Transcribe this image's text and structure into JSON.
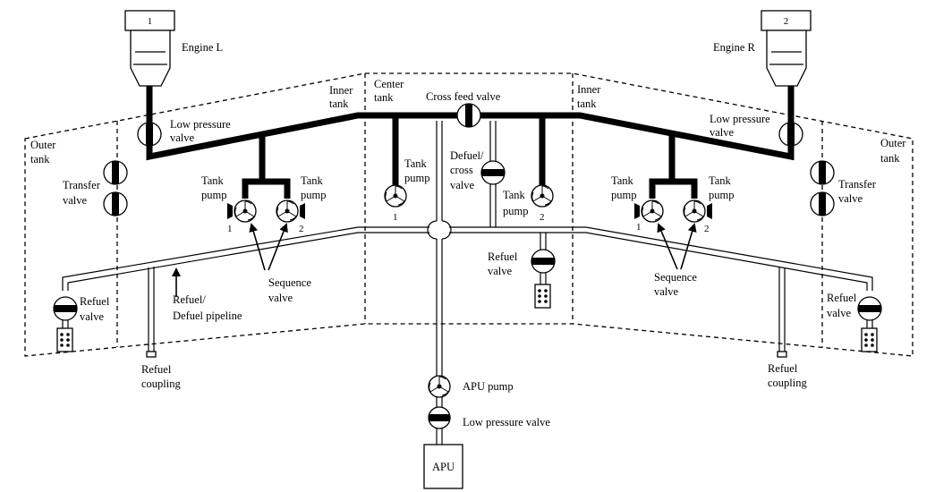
{
  "labels": {
    "engine_l_num": "1",
    "engine_r_num": "2",
    "engine_l": "Engine L",
    "engine_r": "Engine R",
    "inner_tank_l_1": "Inner",
    "inner_tank_l_2": "tank",
    "inner_tank_r_1": "Inner",
    "inner_tank_r_2": "tank",
    "center_tank_1": "Center",
    "center_tank_2": "tank",
    "cross_feed_valve": "Cross feed valve",
    "low_pressure_valve_l_1": "Low pressure",
    "low_pressure_valve_l_2": "valve",
    "low_pressure_valve_r_1": "Low pressure",
    "low_pressure_valve_r_2": "valve",
    "outer_tank_l_1": "Outer",
    "outer_tank_l_2": "tank",
    "outer_tank_r_1": "Outer",
    "outer_tank_r_2": "tank",
    "transfer_valve_l_1": "Transfer",
    "transfer_valve_l_2": "valve",
    "transfer_valve_r_1": "Transfer",
    "transfer_valve_r_2": "valve",
    "tank_pump_1": "Tank",
    "tank_pump_2": "pump",
    "pump_num_1": "1",
    "pump_num_2": "2",
    "defuel_cross_1": "Defuel/",
    "defuel_cross_2": "cross",
    "defuel_cross_3": "valve",
    "refuel_valve_1": "Refuel",
    "refuel_valve_2": "valve",
    "refuel_defuel_pipeline_1": "Refuel/",
    "refuel_defuel_pipeline_2": "Defuel pipeline",
    "sequence_valve_1": "Sequence",
    "sequence_valve_2": "valve",
    "refuel_coupling_1": "Refuel",
    "refuel_coupling_2": "coupling",
    "apu_pump": "APU pump",
    "apu_low_pressure_valve": "Low pressure valve",
    "apu": "APU"
  }
}
